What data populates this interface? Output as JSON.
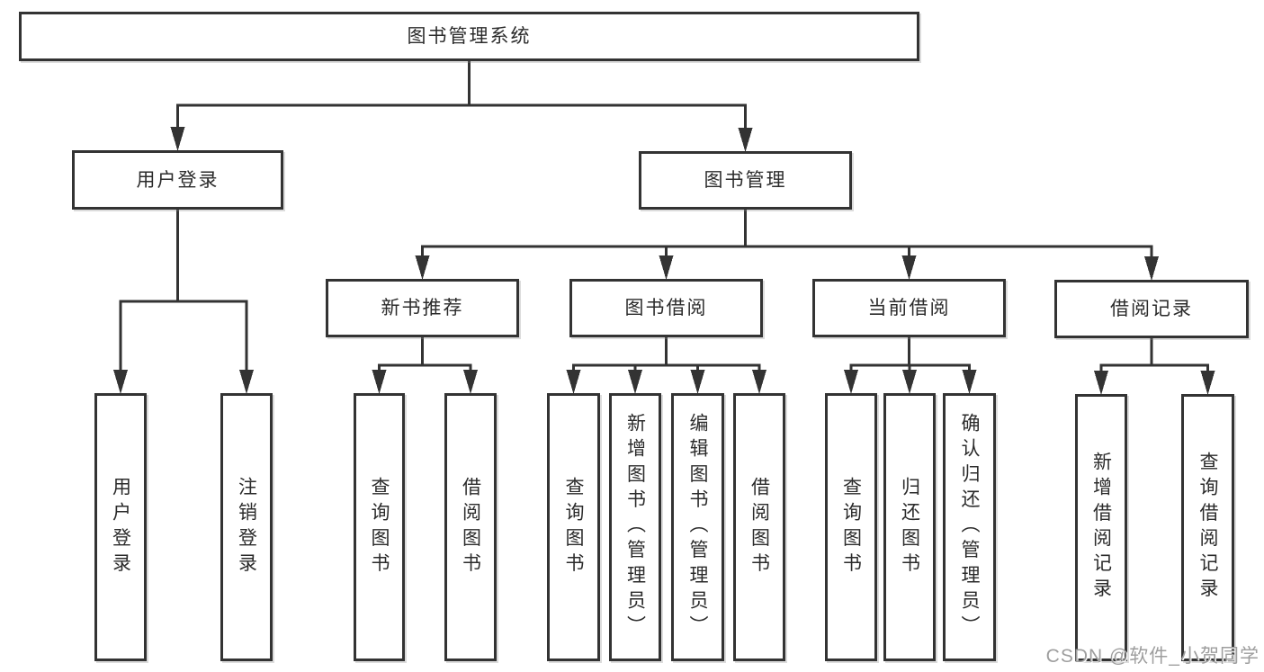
{
  "tree": {
    "label": "图书管理系统",
    "children": [
      {
        "label": "用户登录",
        "children": [
          {
            "label": "用户登录"
          },
          {
            "label": "注销登录"
          }
        ]
      },
      {
        "label": "图书管理",
        "children": [
          {
            "label": "新书推荐",
            "children": [
              {
                "label": "查询图书"
              },
              {
                "label": "借阅图书"
              }
            ]
          },
          {
            "label": "图书借阅",
            "children": [
              {
                "label": "查询图书"
              },
              {
                "label": "新增图书（管理员）"
              },
              {
                "label": "编辑图书（管理员）"
              },
              {
                "label": "借阅图书"
              }
            ]
          },
          {
            "label": "当前借阅",
            "children": [
              {
                "label": "查询图书"
              },
              {
                "label": "归还图书"
              },
              {
                "label": "确认归还（管理员）"
              }
            ]
          },
          {
            "label": "借阅记录",
            "children": [
              {
                "label": "新增借阅记录"
              },
              {
                "label": "查询借阅记录"
              }
            ]
          }
        ]
      }
    ]
  },
  "watermark": "CSDN @软件_小贺同学",
  "colors": {
    "line": "#333333",
    "border": "#333333",
    "text": "#2b2b2b",
    "watermark": "#9e9e9e",
    "background": "#ffffff"
  }
}
